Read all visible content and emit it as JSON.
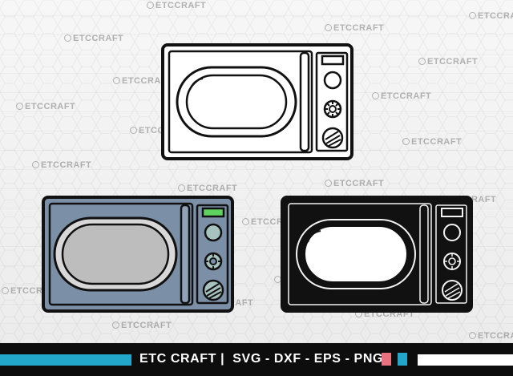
{
  "watermark": {
    "brand": "ETCCRAFT"
  },
  "footer": {
    "brand_label": "ETC CRAFT |",
    "formats_label": "SVG - DXF - EPS - PNG"
  },
  "colors": {
    "teal": "#22a6c9",
    "pink": "#e9727f",
    "outline": "#111111",
    "blue_body": "#7b8fa7",
    "display_green": "#5fd35f",
    "knob_grey": "#a7c3bf"
  },
  "icons": [
    "microwave-outline-icon",
    "microwave-color-icon",
    "microwave-silhouette-icon"
  ]
}
